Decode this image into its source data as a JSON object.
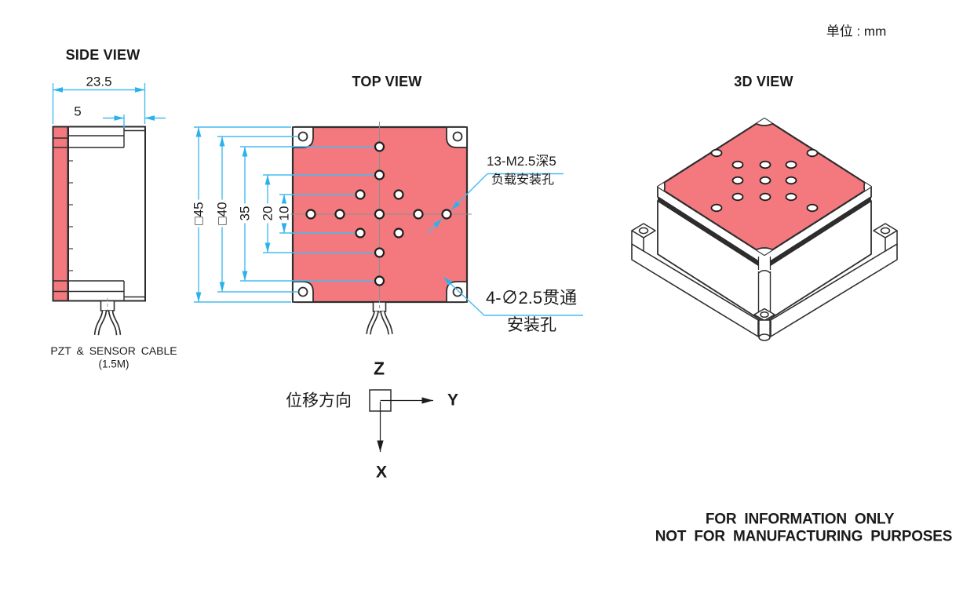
{
  "page": {
    "units_note": "单位 : mm"
  },
  "side_view": {
    "title": "SIDE VIEW",
    "dim_total_depth": "23.5",
    "dim_cap_thickness": "5",
    "cable_label": "PZT & SENSOR CABLE",
    "cable_length": "(1.5M)"
  },
  "top_view": {
    "title": "TOP VIEW",
    "dim_outer_square": "□45",
    "dim_corner_hole_square": "□40",
    "dim_row_outer": "35",
    "dim_row_inner": "20",
    "dim_diagonal": "10",
    "note_load_holes_line1": "13-M2.5深5",
    "note_load_holes_line2": "负载安装孔",
    "note_mount_holes_line1": "4-∅2.5贯通",
    "note_mount_holes_line2": "安装孔"
  },
  "axes": {
    "caption": "位移方向",
    "z": "Z",
    "y": "Y",
    "x": "X"
  },
  "view_3d": {
    "title": "3D VIEW"
  },
  "footer": {
    "line1": "FOR INFORMATION ONLY",
    "line2": "NOT FOR MANUFACTURING PURPOSES"
  },
  "colors": {
    "stage_red": "#f3797e",
    "dimension_blue": "#45bcf0",
    "line_dark": "#2d2d2d"
  }
}
